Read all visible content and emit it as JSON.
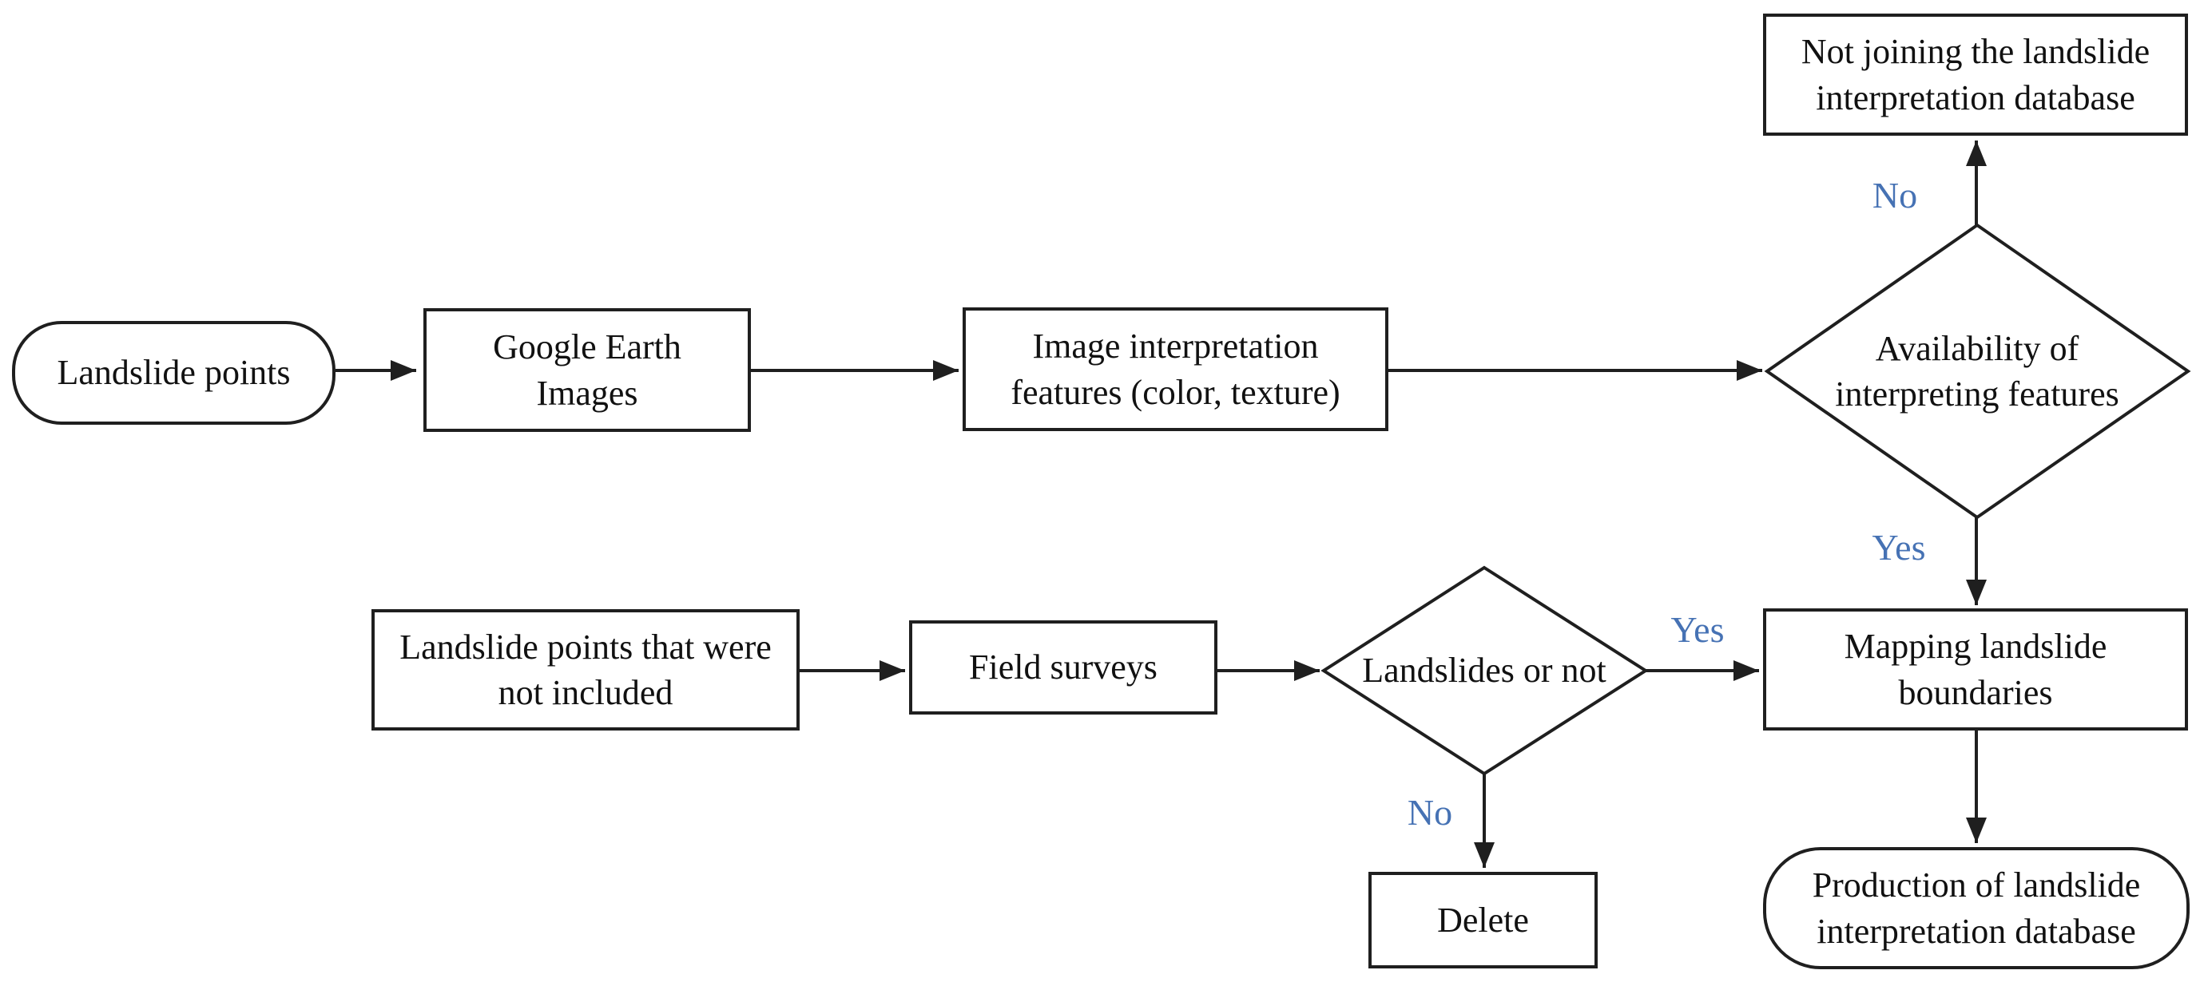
{
  "figure": {
    "type": "flowchart",
    "background": "#ffffff",
    "line_color": "#1f1f1f",
    "text_color": "#111111",
    "edge_label_color": "#4672b4"
  },
  "nodes": {
    "landslide_points": {
      "label": "Landslide points",
      "shape": "stadium"
    },
    "google_earth": {
      "label": "Google Earth Images",
      "shape": "rect"
    },
    "image_features": {
      "label": "Image interpretation features (color, texture)",
      "shape": "rect"
    },
    "availability": {
      "label": "Availability of interpreting features",
      "shape": "diamond"
    },
    "not_joining": {
      "label": "Not joining the landslide interpretation database",
      "shape": "rect"
    },
    "mapping": {
      "label": "Mapping landslide boundaries",
      "shape": "rect"
    },
    "production": {
      "label": "Production of landslide interpretation database",
      "shape": "stadium"
    },
    "not_included": {
      "label": "Landslide points that were not included",
      "shape": "rect"
    },
    "field_surveys": {
      "label": "Field surveys",
      "shape": "rect"
    },
    "landslides_or_not": {
      "label": "Landslides or not",
      "shape": "diamond"
    },
    "delete": {
      "label": "Delete",
      "shape": "rect"
    }
  },
  "edge_labels": {
    "availability_no": "No",
    "availability_yes": "Yes",
    "landslides_yes": "Yes",
    "landslides_no": "No"
  }
}
